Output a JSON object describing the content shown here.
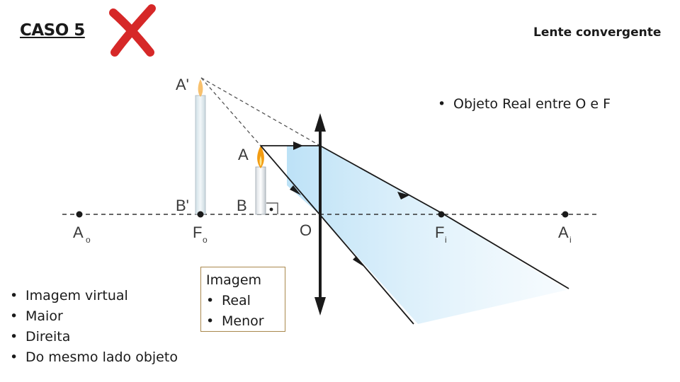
{
  "slide": {
    "case_title": "CASO 5",
    "lens_title": "Lente convergente"
  },
  "icons": {
    "status": "red-x-icon",
    "status_color": "#d62828"
  },
  "right_bullets": [
    "Objeto Real entre O e F"
  ],
  "left_bullets": [
    "Imagem virtual",
    "Maior",
    "Direita",
    "Do mesmo lado objeto"
  ],
  "image_box": {
    "heading": "Imagem",
    "items": [
      "Real",
      "Menor"
    ]
  },
  "diagram": {
    "labels": {
      "A_prime": "A'",
      "B_prime": "B'",
      "A": "A",
      "B": "B",
      "O": "O",
      "Ao": "A",
      "Ao_sub": "o",
      "Fo": "F",
      "Fo_sub": "o",
      "Fi": "F",
      "Fi_sub": "i",
      "Ai": "A",
      "Ai_sub": "i"
    },
    "colors": {
      "beam": "#bfe3f7",
      "line": "#1a1a1a",
      "flame": "#f39c12"
    }
  }
}
